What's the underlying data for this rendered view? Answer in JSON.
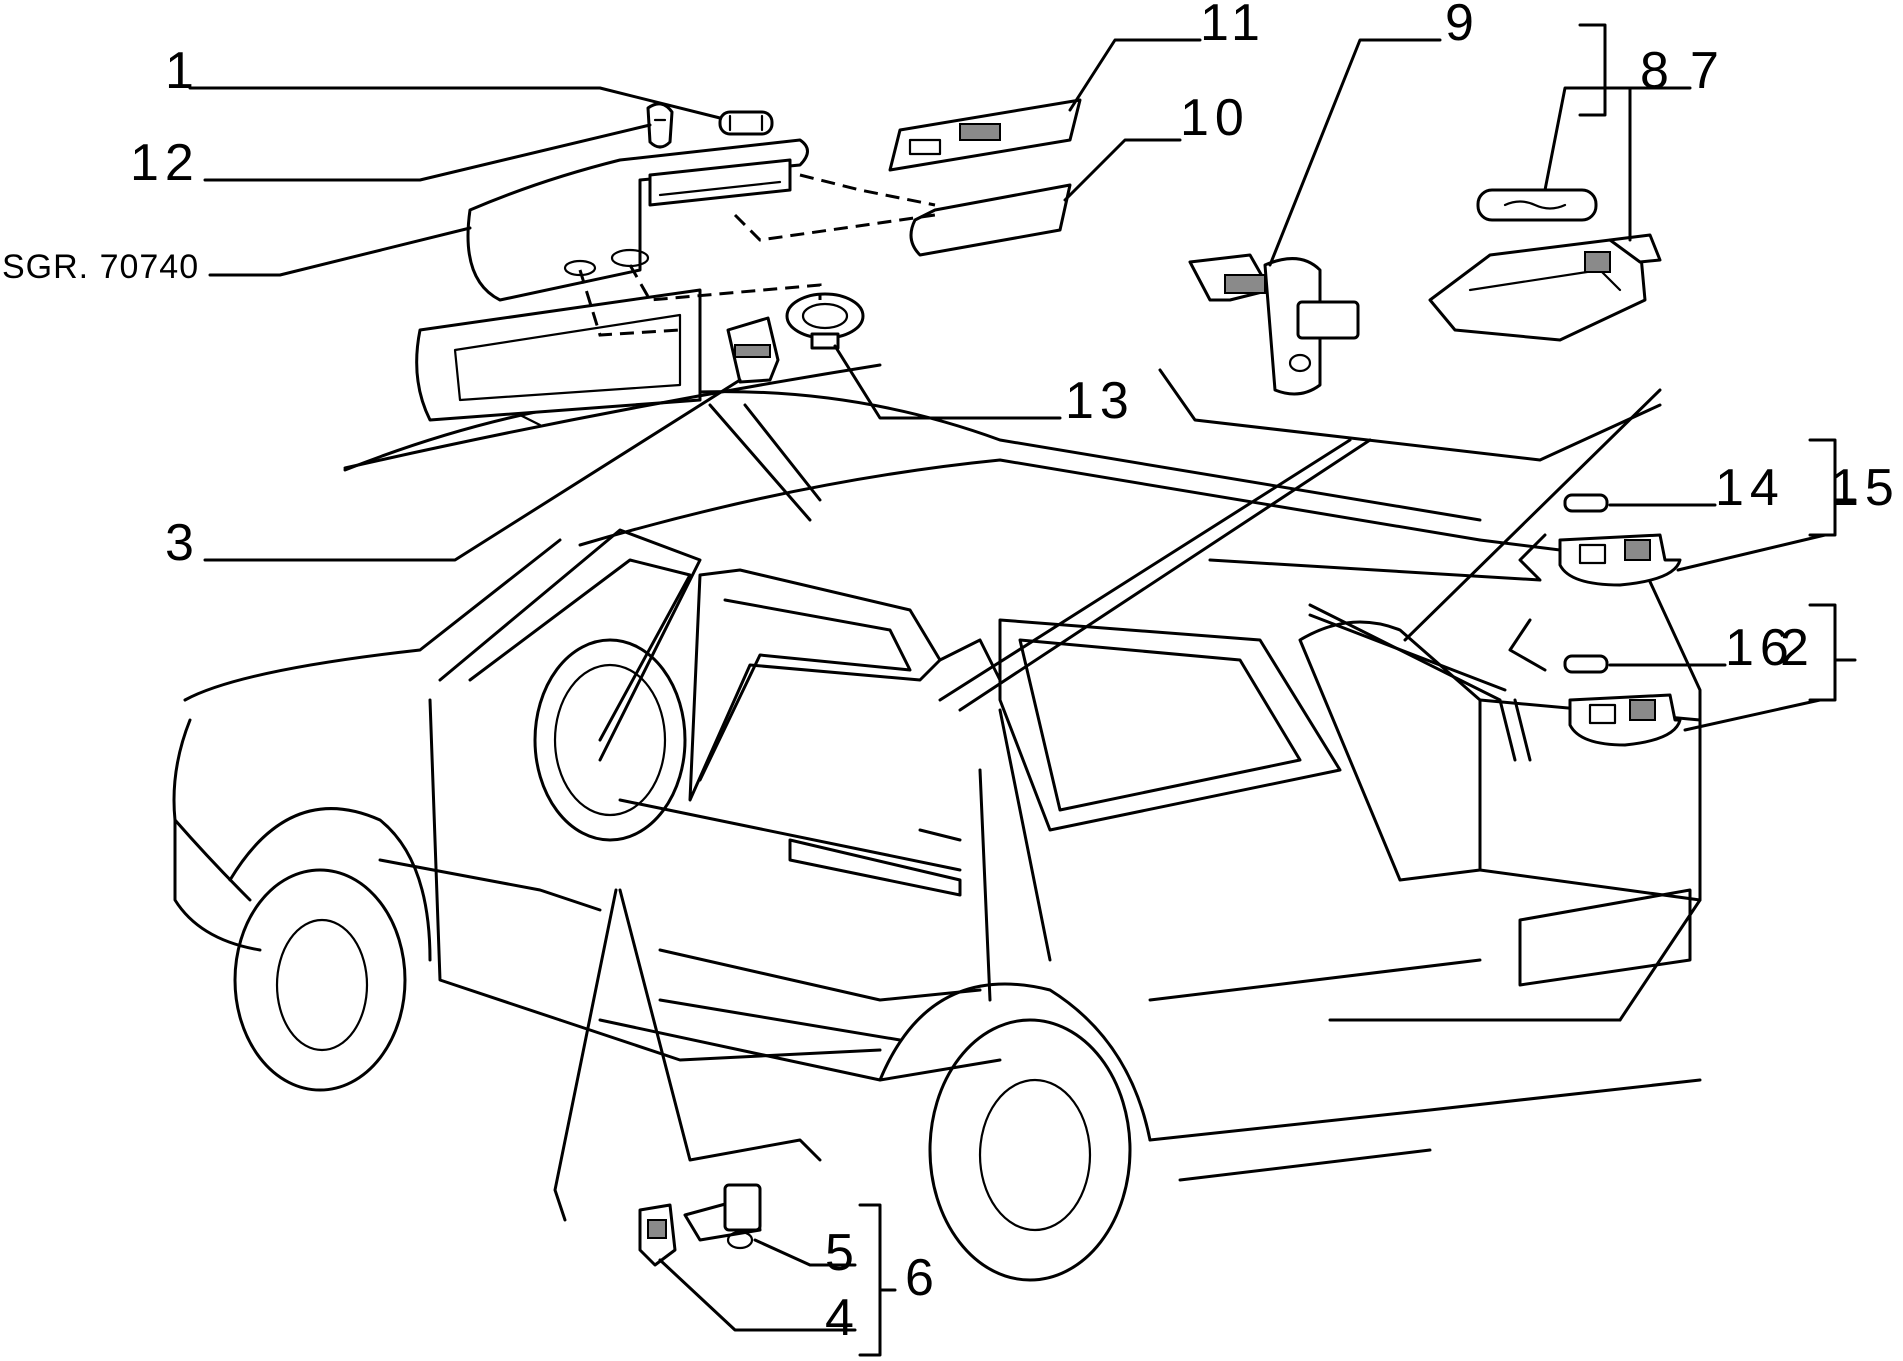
{
  "diagram": {
    "code": "SGR. 70740",
    "callouts": [
      "1",
      "2",
      "3",
      "4",
      "5",
      "6",
      "7",
      "8",
      "9",
      "10",
      "11",
      "12",
      "13",
      "14",
      "15",
      "16"
    ]
  }
}
